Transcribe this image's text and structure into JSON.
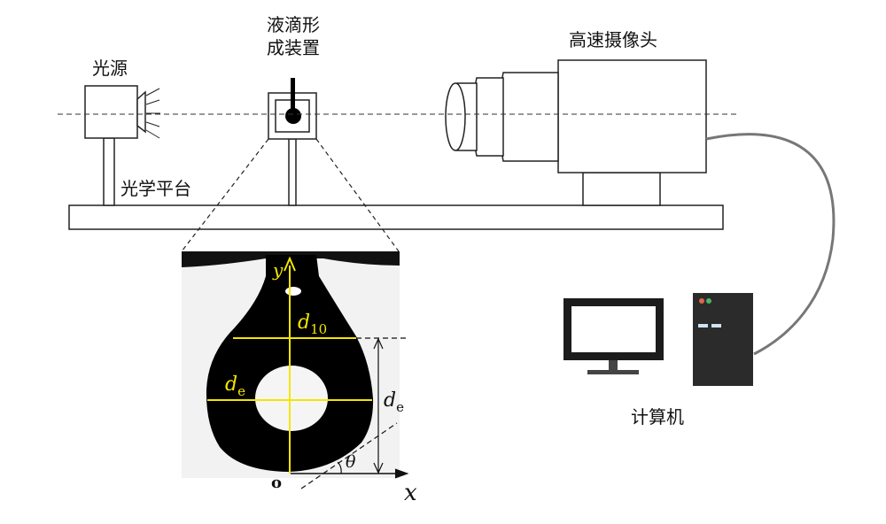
{
  "labels": {
    "light_source": "光源",
    "droplet_device_line1": "液滴形",
    "droplet_device_line2": "成装置",
    "camera": "高速摄像头",
    "optical_platform": "光学平台",
    "computer": "计算机"
  },
  "droplet_inset": {
    "axis_y": "y",
    "axis_x": "x",
    "origin": "o",
    "angle": "θ",
    "d10_base": "d",
    "d10_sub": "10",
    "de_base": "d",
    "de_sub": "e",
    "de_right_base": "d",
    "de_right_sub": "e"
  },
  "colors": {
    "measurement_lines": "#f2e600",
    "droplet": "#000000",
    "cable": "#777777",
    "led_red": "#e0664a",
    "led_green": "#4fb36a",
    "drive_slot": "#cfe3f5"
  }
}
